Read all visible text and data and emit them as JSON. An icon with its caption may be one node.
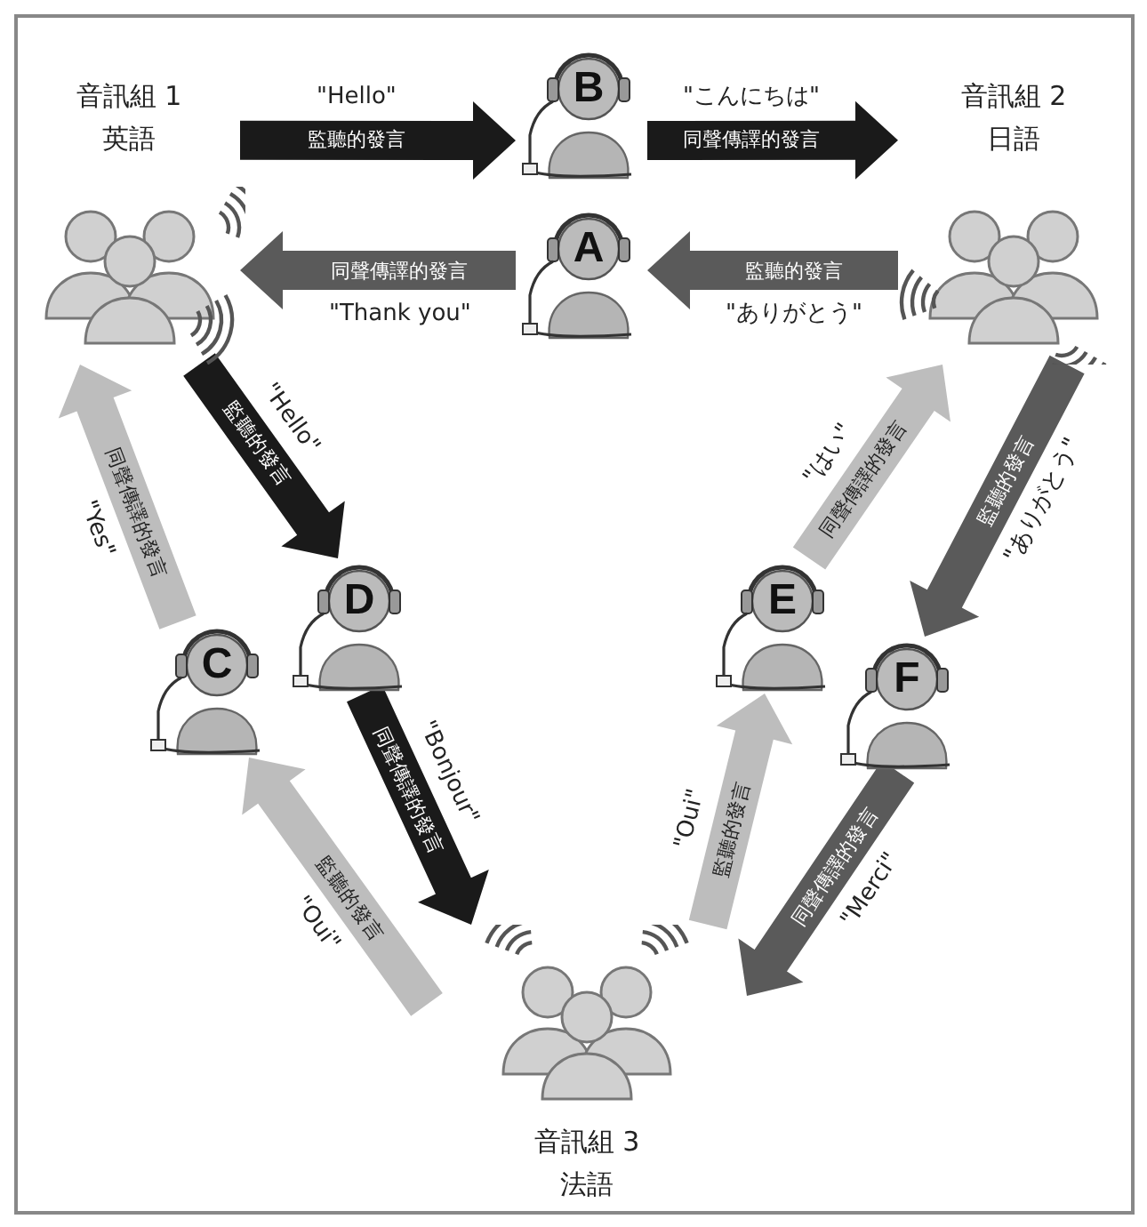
{
  "diagram": {
    "nodes": [
      {
        "text": [
          "音訊組 1",
          "英語"
        ]
      },
      {
        "text": [
          "B"
        ]
      },
      {
        "text": [
          "A"
        ]
      },
      {
        "text": [
          "音訊組 2",
          "日語"
        ]
      },
      {
        "text": [
          "C"
        ]
      },
      {
        "text": [
          "D"
        ]
      },
      {
        "text": [
          "E"
        ]
      },
      {
        "text": [
          "F"
        ]
      },
      {
        "text": [
          "音訊組 3",
          "法語"
        ]
      }
    ],
    "edges": [
      {
        "from": 0,
        "to": 1,
        "arrow": "to",
        "label": "監聽的發言",
        "color": "#1a1a1a"
      },
      {
        "from": 1,
        "to": 3,
        "arrow": "to",
        "label": "同聲傳譯的發言",
        "color": "#1a1a1a"
      },
      {
        "from": 3,
        "to": 2,
        "arrow": "to",
        "label": "監聽的發言",
        "color": "#5a5a5a"
      },
      {
        "from": 2,
        "to": 0,
        "arrow": "to",
        "label": "同聲傳譯的發言",
        "color": "#5a5a5a"
      },
      {
        "from": 0,
        "to": 5,
        "arrow": "to",
        "label": "監聽的發言",
        "color": "#1a1a1a"
      },
      {
        "from": 5,
        "to": 8,
        "arrow": "to",
        "label": "同聲傳譯的發言",
        "color": "#1a1a1a"
      },
      {
        "from": 8,
        "to": 4,
        "arrow": "to",
        "label": "監聽的發言",
        "color": "#bdbdbd"
      },
      {
        "from": 4,
        "to": 0,
        "arrow": "to",
        "label": "同聲傳譯的發言",
        "color": "#bdbdbd"
      },
      {
        "from": 8,
        "to": 6,
        "arrow": "to",
        "label": "監聽的發言",
        "color": "#bdbdbd"
      },
      {
        "from": 6,
        "to": 3,
        "arrow": "to",
        "label": "同聲傳譯的發言",
        "color": "#bdbdbd"
      },
      {
        "from": 3,
        "to": 7,
        "arrow": "to",
        "label": "監聽的發言",
        "color": "#5a5a5a"
      },
      {
        "from": 7,
        "to": 8,
        "arrow": "to",
        "label": "同聲傳譯的發言",
        "color": "#5a5a5a"
      }
    ],
    "labels": [
      "\"Hello\"",
      "\"こんにちは\"",
      "\"Thank you\"",
      "\"ありがとう\"",
      "\"Hello\"",
      "\"Yes\"",
      "\"はい\"",
      "\"ありがとう\"",
      "\"Bonjour\"",
      "\"Oui\"",
      "\"Oui\"",
      "\"Merci\""
    ]
  }
}
